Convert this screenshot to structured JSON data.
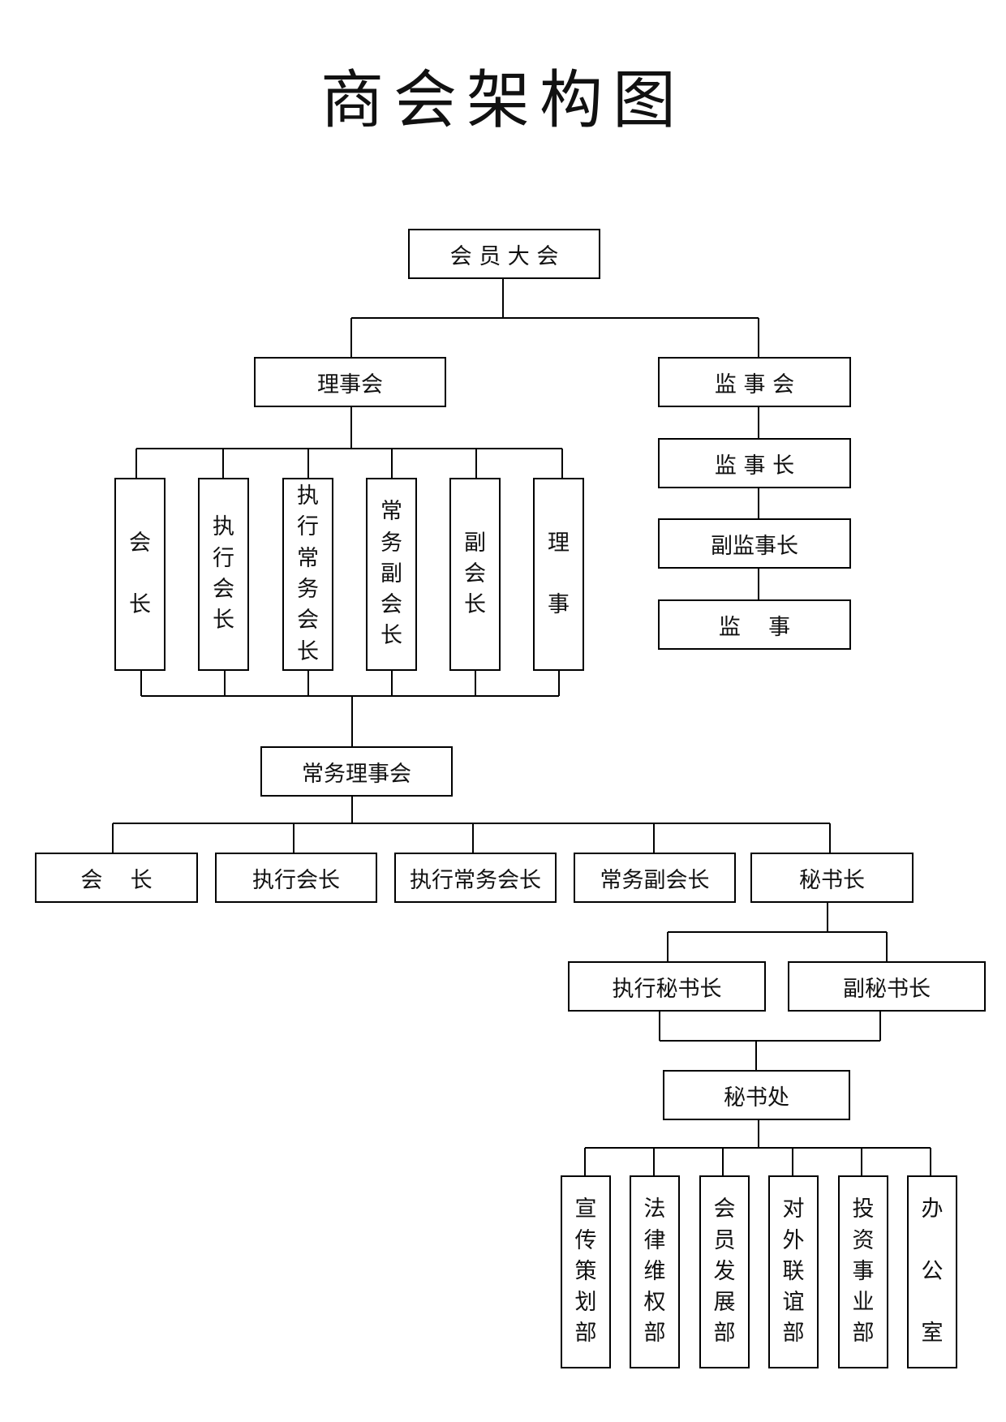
{
  "title": "商会架构图",
  "colors": {
    "line": "#000000",
    "box_border": "#000000",
    "text": "#111111"
  },
  "nodes": {
    "members_assembly": "会 员 大 会",
    "board_of_directors": "理事会",
    "board_of_supervisors": "监 事 会",
    "chief_supervisor": "监 事 长",
    "vice_chief_supervisor": "副监事长",
    "supervisor": "监    事",
    "board_members": [
      "会\n\n长",
      "执\n行\n会\n长",
      "执\n行\n常\n务\n会\n长",
      "常\n务\n副\n会\n长",
      "副\n会\n长",
      "理\n\n事"
    ],
    "standing_council": "常务理事会",
    "standing_members": [
      "会    长",
      "执行会长",
      "执行常务会长",
      "常务副会长",
      "秘书长"
    ],
    "executive_secretary_general": "执行秘书长",
    "deputy_secretary_general": "副秘书长",
    "secretariat": "秘书处",
    "departments": [
      "宣\n传\n策\n划\n部",
      "法\n律\n维\n权\n部",
      "会\n员\n发\n展\n部",
      "对\n外\n联\n谊\n部",
      "投\n资\n事\n业\n部",
      "办\n\n公\n\n室"
    ]
  }
}
